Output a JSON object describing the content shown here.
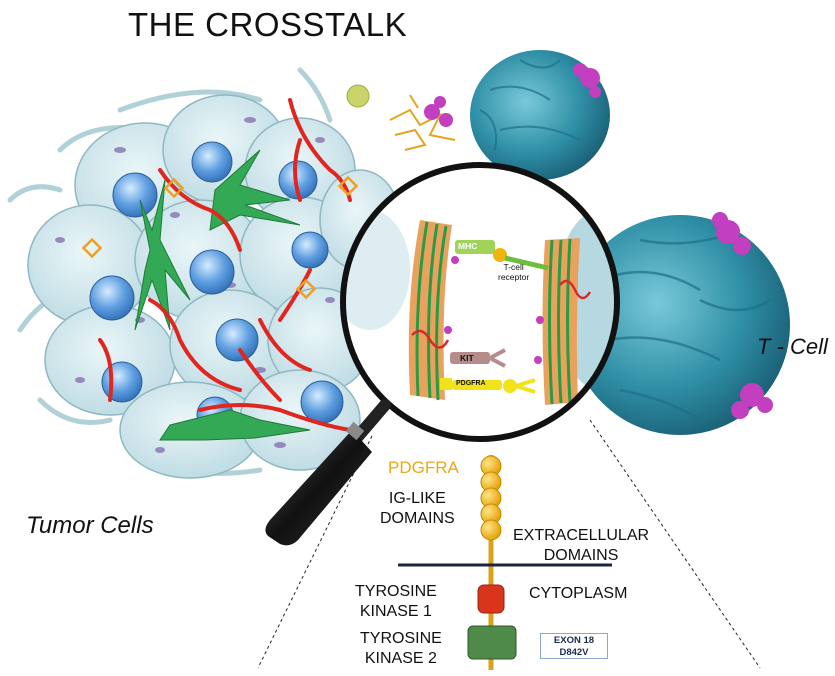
{
  "title": "THE CROSSTALK",
  "tumor_label": "Tumor Cells",
  "tcell_label": "T - Cell",
  "pdgfra_label": "PDGFRA",
  "ig_like": [
    "IG-LIKE",
    "DOMAINS"
  ],
  "extracellular": [
    "EXTRACELLULAR",
    "DOMAINS"
  ],
  "cytoplasm": "CYTOPLASM",
  "tk1": [
    "TYROSINE",
    "KINASE 1"
  ],
  "tk2": [
    "TYROSINE",
    "KINASE 2"
  ],
  "exon": [
    "EXON 18",
    "D842V"
  ],
  "lens": {
    "mhc": "MHC",
    "tcr": [
      "T-cell",
      "receptor"
    ],
    "kit": "KIT",
    "pdgfra": "PDGFRA"
  },
  "colors": {
    "cell_fill": "#cfe6ec",
    "nucleus": "#4f8fd6",
    "vessel": "#e0261e",
    "fibroblast": "#2fa84f",
    "tcell": "#2f8fa6",
    "antigen": "#c23fbf",
    "domain": "#f0b40f",
    "tk1": "#d9341c",
    "tk2": "#3f7a3c",
    "membrane": "#e8a25e"
  }
}
